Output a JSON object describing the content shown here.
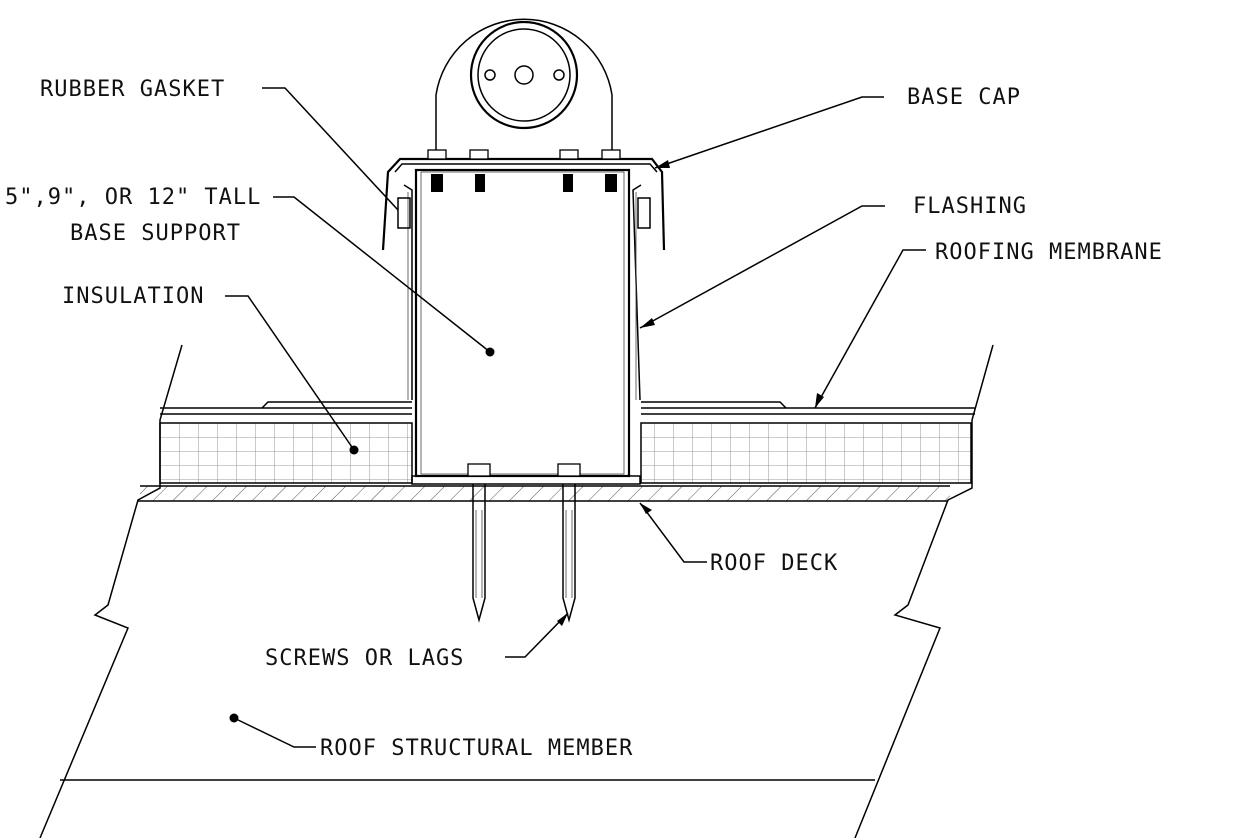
{
  "labels": {
    "rubber_gasket": "RUBBER GASKET",
    "base_cap": "BASE CAP",
    "base_support_line1": "5\",9\", OR 12\" TALL",
    "base_support_line2": "BASE SUPPORT",
    "flashing": "FLASHING",
    "roofing_membrane": "ROOFING MEMBRANE",
    "insulation": "INSULATION",
    "roof_deck": "ROOF DECK",
    "screws_or_lags": "SCREWS OR LAGS",
    "roof_structural_member": "ROOF STRUCTURAL MEMBER"
  }
}
